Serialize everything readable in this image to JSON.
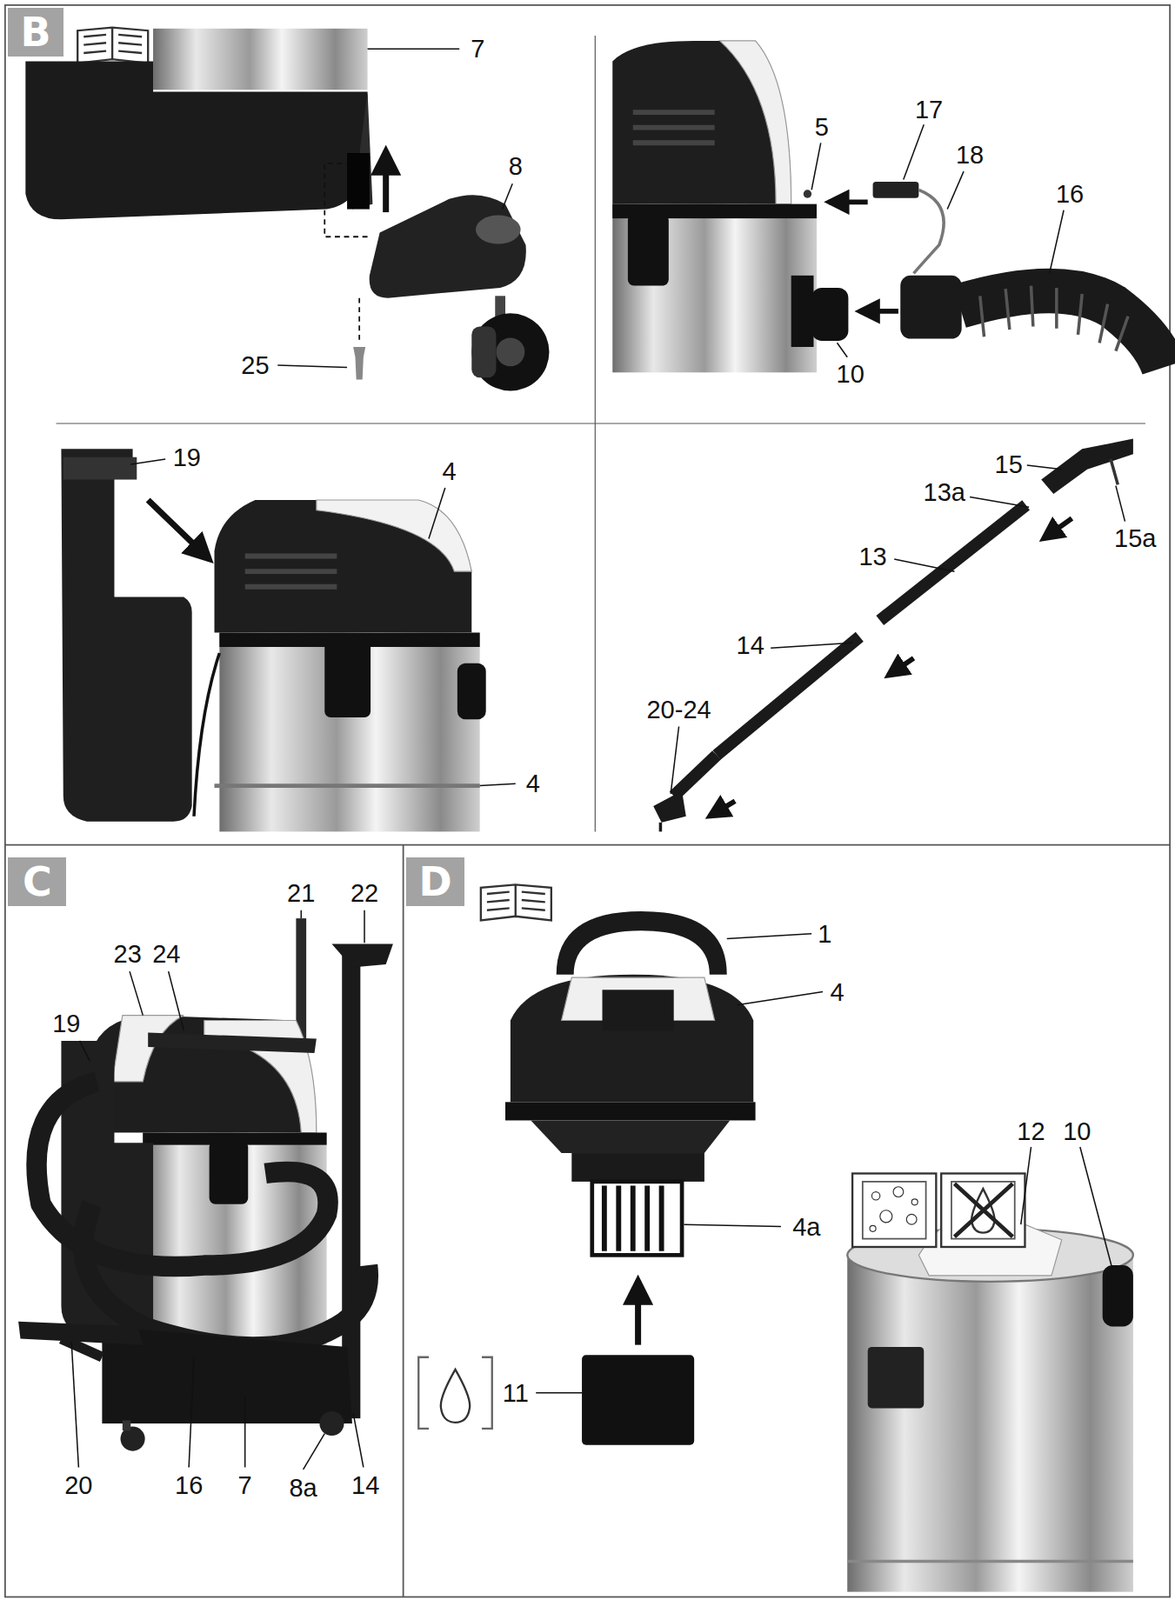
{
  "diagram": {
    "nodes": [
      {
        "text": [
          "B"
        ]
      },
      {
        "text": [
          "C"
        ]
      },
      {
        "text": [
          "D"
        ]
      }
    ],
    "labels": [
      "7",
      "8",
      "25",
      "5",
      "17",
      "18",
      "16",
      "10",
      "19",
      "4",
      "4",
      "15",
      "13a",
      "15a",
      "13",
      "14",
      "20-24",
      "21",
      "22",
      "23",
      "24",
      "19",
      "20",
      "16",
      "7",
      "8a",
      "14",
      "1",
      "4",
      "4a",
      "11",
      "12",
      "10"
    ]
  }
}
